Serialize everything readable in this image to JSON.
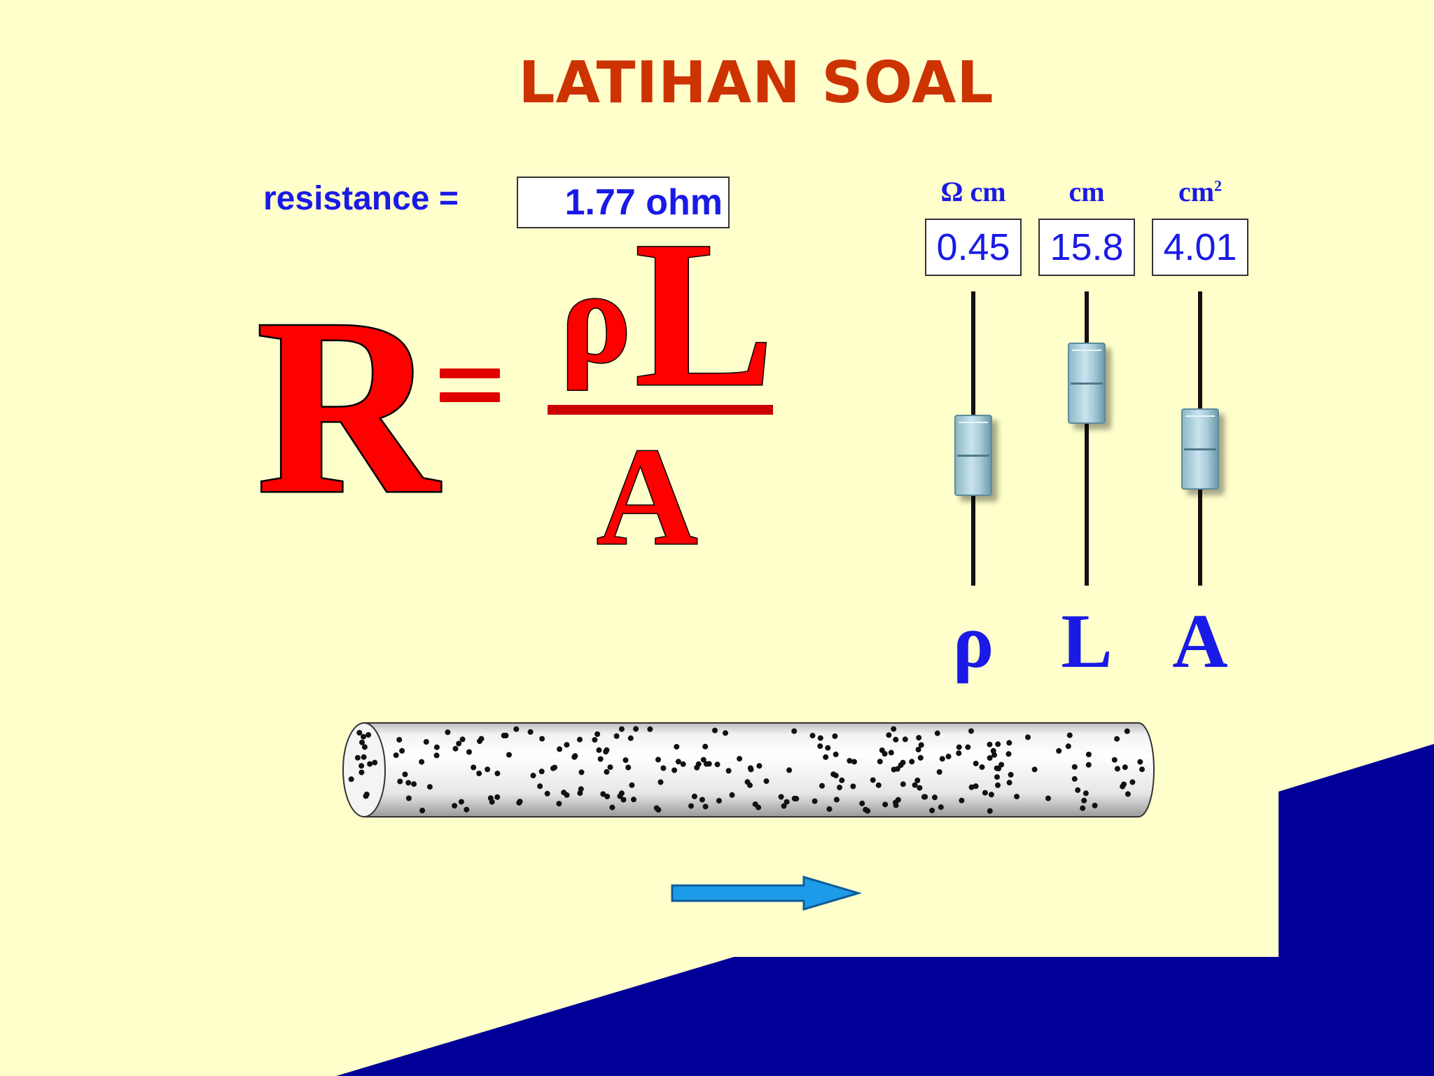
{
  "slide": {
    "title": "LATIHAN SOAL",
    "colors": {
      "background": "#ffffcc",
      "title": "#cc3300",
      "text_blue": "#1a1ae6",
      "formula_red": "#ff0000",
      "decoration_navy": "#000099",
      "arrow": "#1e9be8"
    }
  },
  "resistance": {
    "label": "resistance =",
    "value": "1.77 ohm"
  },
  "formula": {
    "lhs": "R",
    "equals": "=",
    "numerator_rho": "ρ",
    "numerator_L": "L",
    "denominator": "A"
  },
  "controls": [
    {
      "symbol": "ρ",
      "unit": "Ω cm",
      "unit_sup": "",
      "value": "0.45",
      "slider_level": 0.42
    },
    {
      "symbol": "L",
      "unit": "cm",
      "unit_sup": "",
      "value": "15.8",
      "slider_level": 0.76
    },
    {
      "symbol": "A",
      "unit": "cm",
      "unit_sup": "2",
      "value": "4.01",
      "slider_level": 0.45
    }
  ],
  "wire": {
    "name": "conductor-wire",
    "icon": "wire-with-charges"
  },
  "arrow": {
    "icon": "arrow-right-icon",
    "direction": "right"
  }
}
